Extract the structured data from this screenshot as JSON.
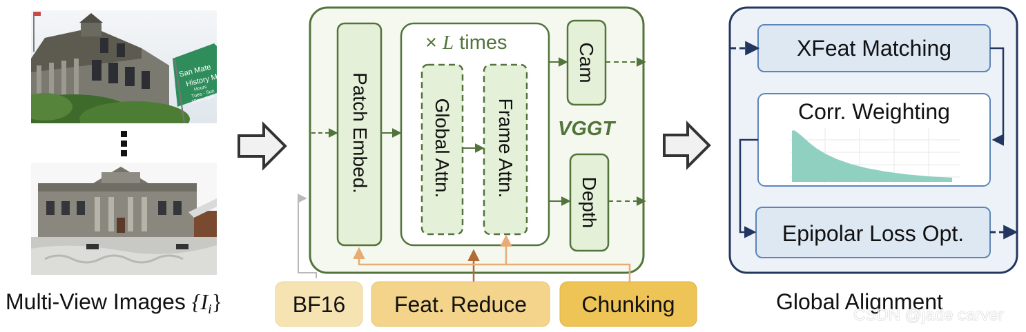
{
  "input": {
    "caption_prefix": "Multi-View Images ",
    "caption_math": "{I",
    "caption_sub": "i",
    "caption_close": "}",
    "sign_lines": [
      "San Mate",
      "History M",
      "Hours",
      "Tues - Sun",
      "10am-4pm"
    ]
  },
  "vggt": {
    "patch_embed": "Patch Embed.",
    "loop_label_prefix": "× ",
    "loop_label_var": "L",
    "loop_label_suffix": " times",
    "global_attn": "Global Attn.",
    "frame_attn": "Frame Attn.",
    "cam": "Cam",
    "depth": "Depth",
    "name": "VGGT"
  },
  "optimizations": {
    "bf16": "BF16",
    "feat_reduce": "Feat. Reduce",
    "chunking": "Chunking"
  },
  "alignment": {
    "title": "Global Alignment",
    "xfeat": "XFeat Matching",
    "corr": "Corr. Weighting",
    "epipolar": "Epipolar Loss Opt."
  },
  "watermark": "CSDN @jade carver",
  "colors": {
    "green_border": "#52733a",
    "green_fill": "#e5f0d8",
    "orange_light": "#f6e3b2",
    "orange_mid": "#f3d48a",
    "orange_dark": "#efc456",
    "orange_arrow": "#e8ab74",
    "orange_arrow_dark": "#b36a34",
    "blue_border": "#23365f",
    "blue_fill": "#edf2f8",
    "blue_box": "#dde8f3",
    "teal": "#8fd0c1"
  }
}
